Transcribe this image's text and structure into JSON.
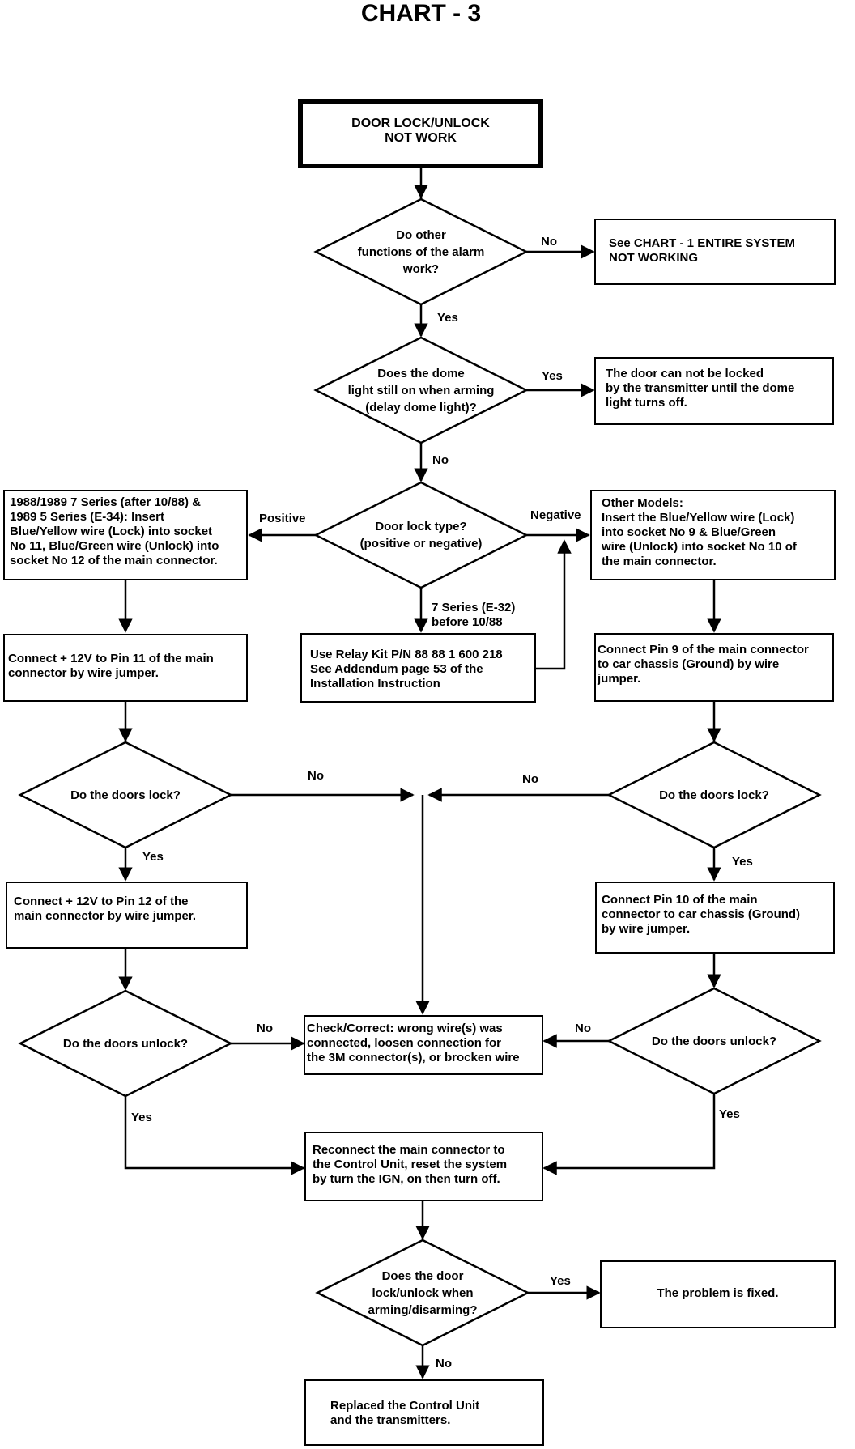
{
  "title": "CHART - 3",
  "nodes": {
    "start": "DOOR LOCK/UNLOCK\nNOT WORK",
    "q_other_functions": "Do other\nfunctions of the alarm\nwork?",
    "see_chart1": "See CHART - 1 ENTIRE SYSTEM\nNOT WORKING",
    "q_dome_light": "Does the dome\nlight still on when arming\n(delay dome light)?",
    "dome_note": "The door can not be locked\nby the transmitter until the dome\nlight turns off.",
    "q_lock_type": "Door lock type?\n(positive or negative)",
    "positive_box": "1988/1989 7 Series (after 10/88) &\n1989 5 Series (E-34):  Insert\nBlue/Yellow wire (Lock) into socket\nNo 11, Blue/Green wire (Unlock) into\nsocket No 12 of the main connector.",
    "other_models_box": "Other Models:\nInsert the Blue/Yellow wire (Lock)\ninto socket No 9 & Blue/Green\nwire (Unlock) into socket No 10 of\nthe main connector.",
    "relay_kit_box": "Use Relay Kit P/N 88 88 1 600 218\nSee Addendum page 53 of the\nInstallation Instruction",
    "connect_pin11": "Connect + 12V to Pin 11 of the main\nconnector by wire jumper.",
    "connect_pin9": "Connect Pin 9 of the main connector\nto car chassis (Ground) by wire\njumper.",
    "q_doors_lock_left": "Do the doors lock?",
    "q_doors_lock_right": "Do the doors lock?",
    "connect_pin12": "Connect + 12V to Pin 12 of the\nmain connector by wire jumper.",
    "connect_pin10": "Connect Pin 10 of the main\nconnector to car chassis (Ground)\nby wire jumper.",
    "q_doors_unlock_left": "Do the doors unlock?",
    "q_doors_unlock_right": "Do the doors unlock?",
    "check_correct": "Check/Correct:  wrong wire(s) was\nconnected, loosen connection for\nthe 3M connector(s), or brocken wire",
    "reconnect_box": "Reconnect the main connector to\nthe Control Unit, reset the system\nby turn the IGN, on then turn off.",
    "q_door_arming": "Does the door\nlock/unlock when\narming/disarming?",
    "fixed_box": "The problem is fixed.",
    "replace_box": "Replaced the Control Unit\nand the transmitters."
  },
  "edge_labels": {
    "no_other": "No",
    "yes_other": "Yes",
    "yes_dome": "Yes",
    "no_dome": "No",
    "positive": "Positive",
    "negative": "Negative",
    "series7": "7 Series (E-32)\nbefore 10/88",
    "no_lock_left": "No",
    "no_lock_right": "No",
    "yes_lock_left": "Yes",
    "yes_lock_right": "Yes",
    "no_unlock_left": "No",
    "no_unlock_right": "No",
    "yes_unlock_left": "Yes",
    "yes_unlock_right": "Yes",
    "yes_arming": "Yes",
    "no_arming": "No"
  }
}
